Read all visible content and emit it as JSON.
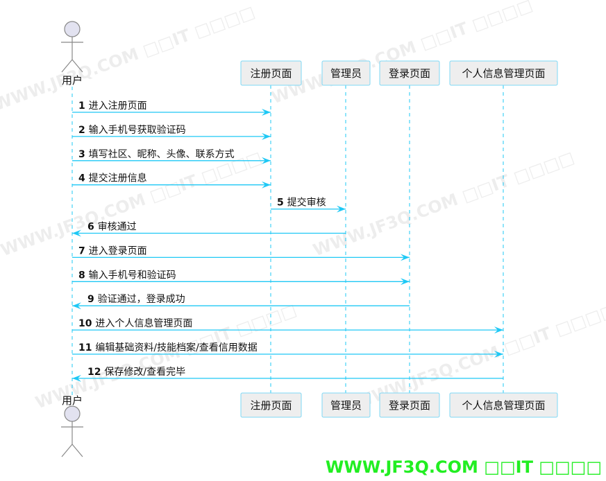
{
  "actor": {
    "label": "用户"
  },
  "participants": [
    {
      "id": "reg",
      "label": "注册页面"
    },
    {
      "id": "admin",
      "label": "管理员"
    },
    {
      "id": "login",
      "label": "登录页面"
    },
    {
      "id": "info",
      "label": "个人信息管理页面"
    }
  ],
  "messages": [
    {
      "num": "1",
      "text": "进入注册页面",
      "from": "user",
      "to": "reg"
    },
    {
      "num": "2",
      "text": "输入手机号获取验证码",
      "from": "user",
      "to": "reg"
    },
    {
      "num": "3",
      "text": "填写社区、昵称、头像、联系方式",
      "from": "user",
      "to": "reg"
    },
    {
      "num": "4",
      "text": "提交注册信息",
      "from": "user",
      "to": "reg"
    },
    {
      "num": "5",
      "text": "提交审核",
      "from": "reg",
      "to": "admin"
    },
    {
      "num": "6",
      "text": "审核通过",
      "from": "admin",
      "to": "user"
    },
    {
      "num": "7",
      "text": "进入登录页面",
      "from": "user",
      "to": "login"
    },
    {
      "num": "8",
      "text": "输入手机号和验证码",
      "from": "user",
      "to": "login"
    },
    {
      "num": "9",
      "text": "验证通过，登录成功",
      "from": "login",
      "to": "user"
    },
    {
      "num": "10",
      "text": "进入个人信息管理页面",
      "from": "user",
      "to": "info"
    },
    {
      "num": "11",
      "text": "编辑基础资料/技能档案/查看信用数据",
      "from": "user",
      "to": "info"
    },
    {
      "num": "12",
      "text": "保存修改/查看完毕",
      "from": "info",
      "to": "user"
    }
  ],
  "colors": {
    "arrow": "#1ec8f5",
    "box_fill": "#eeeeee",
    "box_border": "#7fd8f5",
    "actor_fill": "#e2e2f0"
  },
  "watermark": "WWW.JF3Q.COM □□IT  □□□□"
}
